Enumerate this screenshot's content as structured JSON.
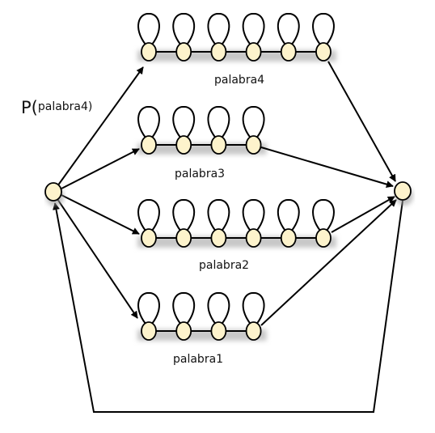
{
  "diagram": {
    "probability_label": {
      "symbol": "P(",
      "argument": "palabra4)"
    },
    "words": [
      {
        "label": "palabra4",
        "states": 6
      },
      {
        "label": "palabra3",
        "states": 4
      },
      {
        "label": "palabra2",
        "states": 6
      },
      {
        "label": "palabra1",
        "states": 4
      }
    ],
    "colors": {
      "node_fill": "#fdf3cc",
      "stroke": "#000000",
      "shadow": "#c8c8c8"
    }
  }
}
